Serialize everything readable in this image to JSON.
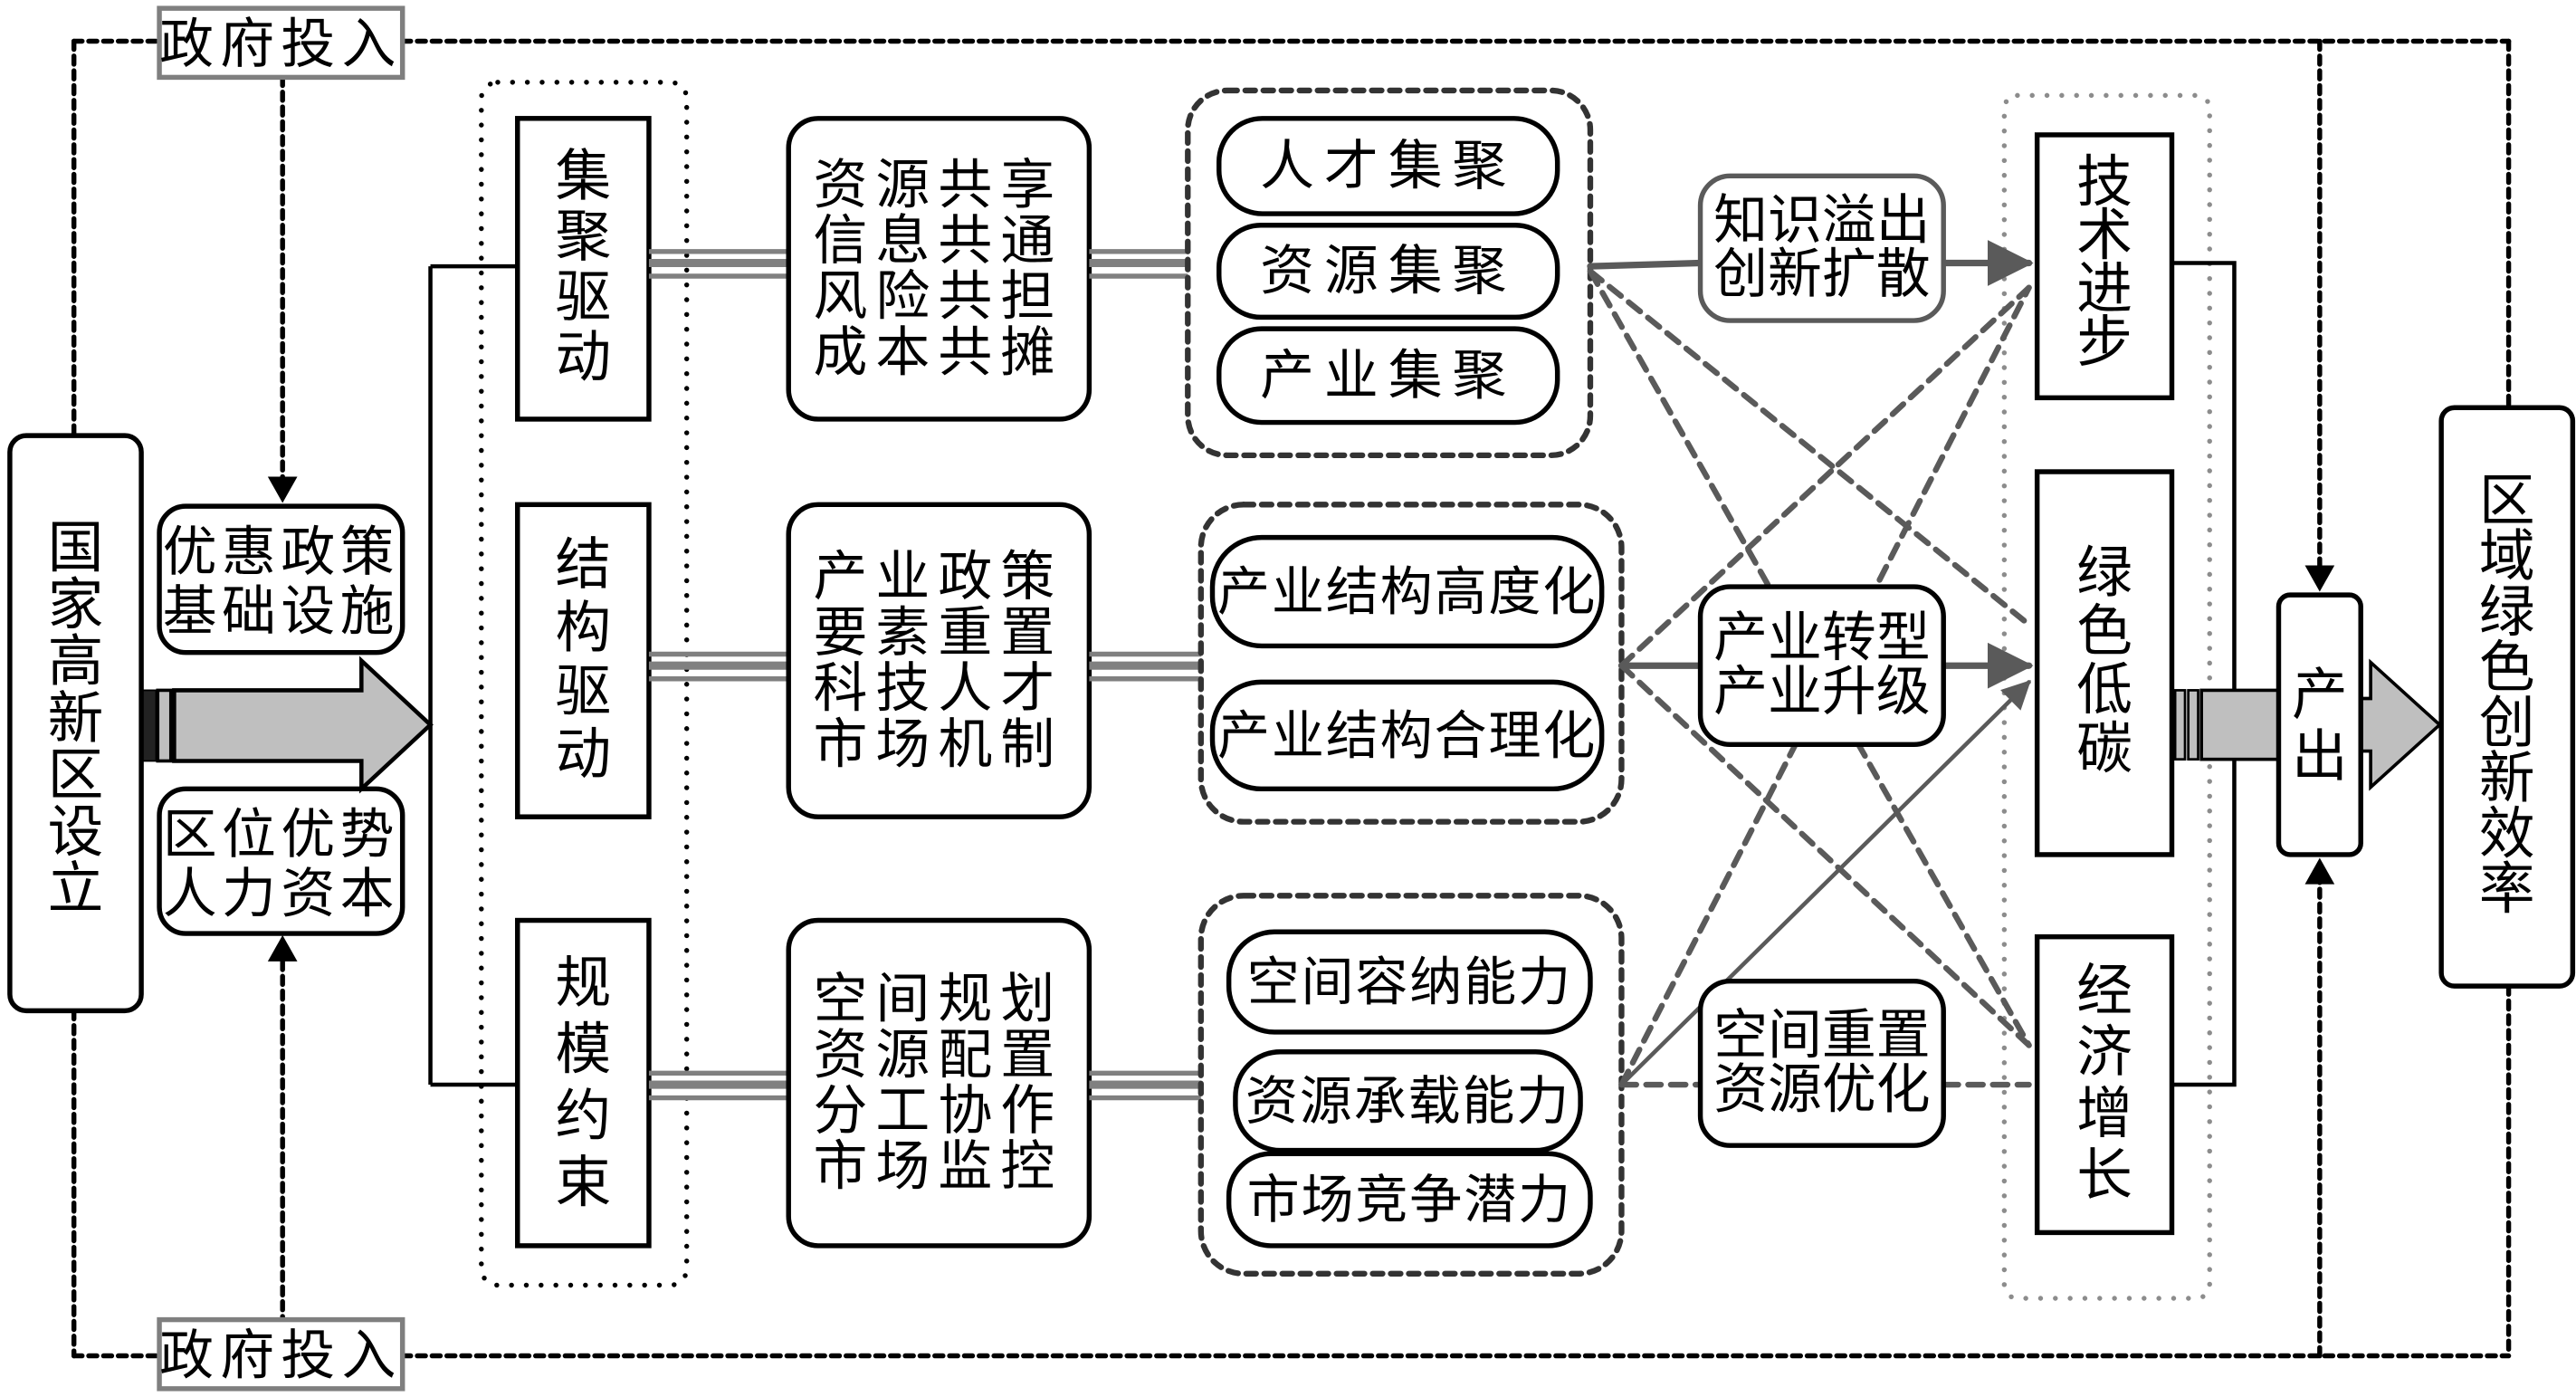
{
  "diagram": {
    "government": {
      "top_label": "政府投入",
      "bottom_label": "政府投入"
    },
    "origin": {
      "label": "国家高新区设立"
    },
    "conditions": {
      "top": [
        "优惠政策",
        "基础设施"
      ],
      "bottom": [
        "区位优势",
        "人力资本"
      ]
    },
    "drivers": [
      {
        "label": "集聚驱动",
        "mechanisms": [
          "资源共享",
          "信息共通",
          "风险共担",
          "成本共摊"
        ],
        "effects": [
          "人才集聚",
          "资源集聚",
          "产业集聚"
        ],
        "channel": [
          "知识溢出",
          "创新扩散"
        ]
      },
      {
        "label": "结构驱动",
        "mechanisms": [
          "产业政策",
          "要素重置",
          "科技人才",
          "市场机制"
        ],
        "effects": [
          "产业结构高度化",
          "产业结构合理化"
        ],
        "channel": [
          "产业转型",
          "产业升级"
        ]
      },
      {
        "label": "规模约束",
        "mechanisms": [
          "空间规划",
          "资源配置",
          "分工协作",
          "市场监控"
        ],
        "effects": [
          "空间容纳能力",
          "资源承载能力",
          "市场竞争潜力"
        ],
        "channel": [
          "空间重置",
          "资源优化"
        ]
      }
    ],
    "outcomes": [
      "技术进步",
      "绿色低碳",
      "经济增长"
    ],
    "output": {
      "label": "产出"
    },
    "result": {
      "label": "区域绿色创新效率"
    },
    "colors": {
      "stroke": "#000000",
      "gray_line": "#5a5a5a",
      "gray_dot": "#8c8c8c",
      "arrow_fill": "#bfbfbf",
      "triple_line": "#808080"
    }
  }
}
